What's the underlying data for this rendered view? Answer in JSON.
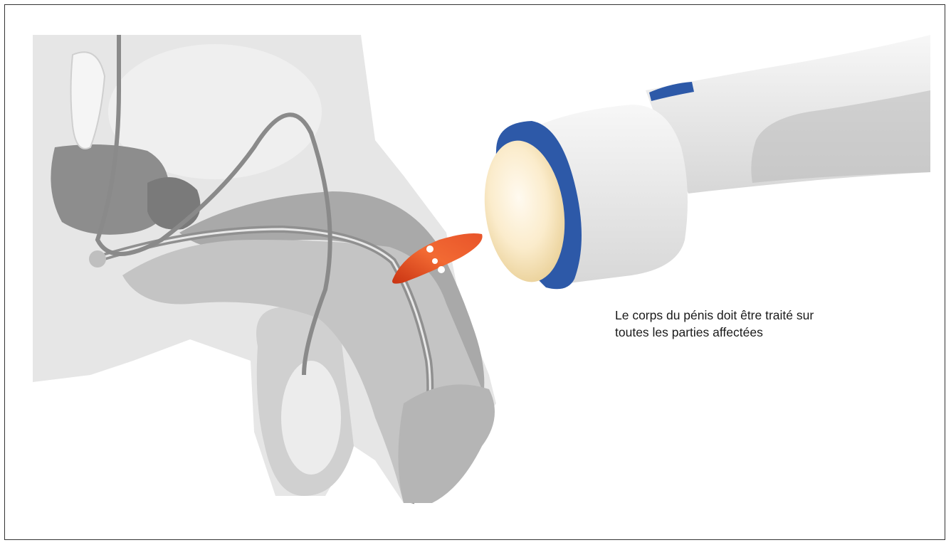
{
  "caption": {
    "text": "Le corps du pénis doit être traité sur toutes les parties affectées"
  },
  "figure": {
    "subject": "penile anatomy cross-section",
    "device": "shockwave applicator handpiece",
    "colors": {
      "tissue_light": "#e6e6e6",
      "tissue_mid": "#c4c4c4",
      "tissue_dark": "#8d8d8d",
      "tissue_darker": "#7a7a7a",
      "device_body": "#eaeaea",
      "device_band": "#2d59a8",
      "device_face": "#fbeccc",
      "focus_zone": "#e8542a"
    },
    "icons": [
      "anatomy-illustration",
      "applicator-device",
      "treatment-focus-zone"
    ]
  }
}
